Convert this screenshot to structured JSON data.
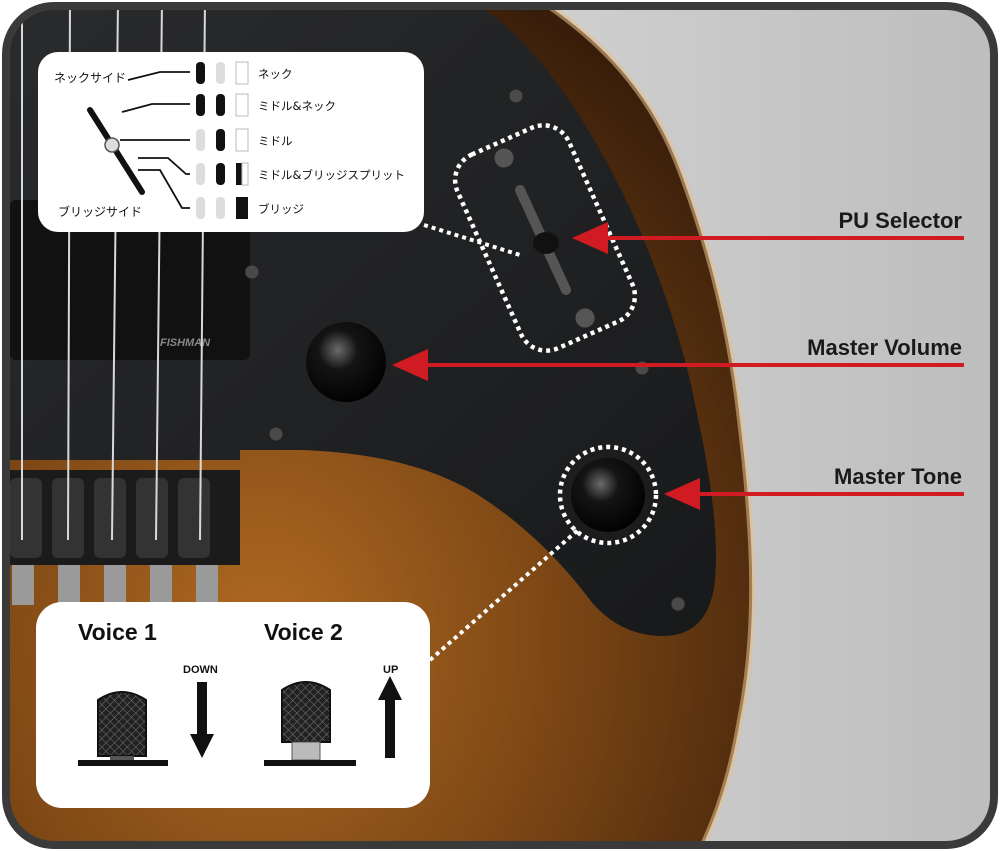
{
  "callouts": {
    "pu_selector": "PU Selector",
    "master_volume": "Master Volume",
    "master_tone": "Master Tone"
  },
  "selector_legend": {
    "neck_side": "ネックサイド",
    "bridge_side": "ブリッジサイド",
    "positions": [
      "ネック",
      "ミドル&ネック",
      "ミドル",
      "ミドル&ブリッジスプリット",
      "ブリッジ"
    ]
  },
  "voice_legend": {
    "voice1": {
      "title": "Voice 1",
      "direction": "DOWN"
    },
    "voice2": {
      "title": "Voice 2",
      "direction": "UP"
    }
  },
  "brand": "FISHMAN",
  "colors": {
    "arrow": "#d11b22",
    "pickguard": "#1f2022",
    "body_wood_dark": "#3a1f0c",
    "body_wood_light": "#9a5a1e",
    "background_gray": "#cfcfcf",
    "frame": "#3a3a3a"
  }
}
